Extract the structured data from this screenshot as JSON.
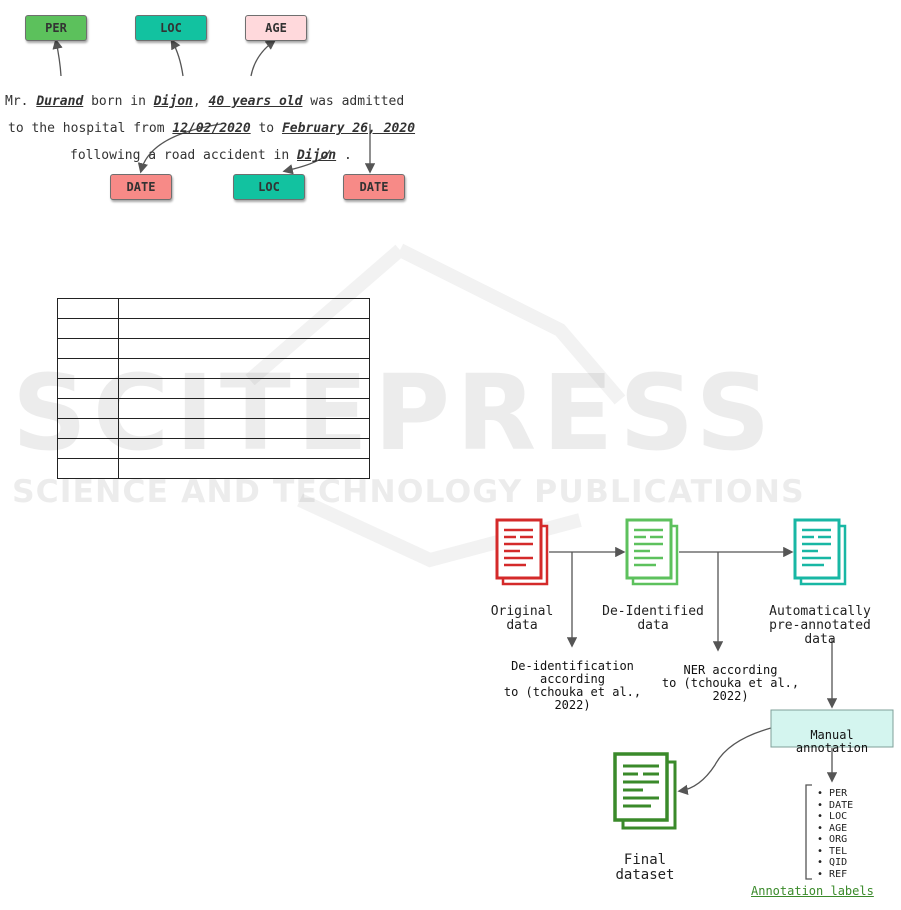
{
  "example": {
    "tags_top": {
      "per": "PER",
      "loc": "LOC",
      "age": "AGE"
    },
    "tags_bottom": {
      "date1": "DATE",
      "loc": "LOC",
      "date2": "DATE"
    },
    "line1": {
      "p1": "Mr. ",
      "e1": "Durand",
      "p2": " born in ",
      "e2": "Dijon",
      "p3": ", ",
      "e3": "40 years old",
      "p4": " was admitted"
    },
    "line2": {
      "p1": "to the hospital from ",
      "e1": "12/02/2020",
      "p2": " to ",
      "e2": "February 26, 2020"
    },
    "line3": {
      "p1": "following a road accident in ",
      "e1": "Dijon",
      "p2": " ."
    }
  },
  "colors": {
    "per": "#5cc15c",
    "loc": "#12c2a0",
    "age": "#ffd9dc",
    "date": "#f78a87",
    "red_doc": "#d42a2a",
    "green_doc": "#5dc15d",
    "teal_doc": "#18b7a4",
    "final_doc": "#3a8a2a",
    "manual_box": "#d4f5ef"
  },
  "watermark": {
    "title": "SCITEPRESS",
    "subtitle": "SCIENCE AND TECHNOLOGY PUBLICATIONS"
  },
  "pipeline": {
    "original": {
      "line1": "Original",
      "line2": "data"
    },
    "deidentified": {
      "line1": "De-Identified",
      "line2": "data"
    },
    "automatic": {
      "line1": "Automatically",
      "line2": "pre-annotated",
      "line3": "data"
    },
    "deid_note": {
      "line1": "De-identification",
      "line2": "according",
      "line3": "to (tchouka et al.,",
      "line4": "2022)"
    },
    "ner_note": {
      "line1": "NER according",
      "line2": "to (tchouka et al.,",
      "line3": "2022)"
    },
    "manual": {
      "line1": "Manual",
      "line2": "annotation"
    },
    "final": {
      "line1": "Final",
      "line2": "dataset"
    },
    "labels": [
      "PER",
      "DATE",
      "LOC",
      "AGE",
      "ORG",
      "TEL",
      "QID",
      "REF"
    ],
    "labels_caption": "Annotation labels"
  }
}
